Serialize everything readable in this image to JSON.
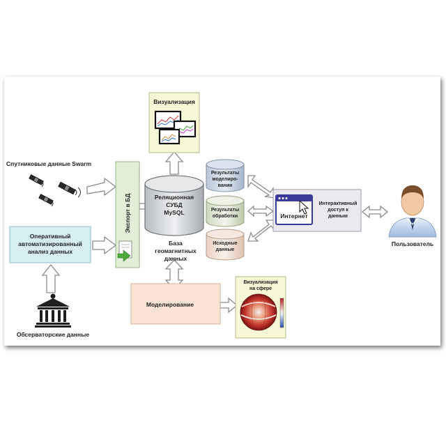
{
  "nodes": {
    "visualization": "Визуализация",
    "satellite": "Спутниковые данные Swarm",
    "export": "Экспорт в БД",
    "rdbms": [
      "Реляционная",
      "СУБД",
      "MySQL"
    ],
    "db_label": [
      "База",
      "геомагнитных",
      "данных"
    ],
    "results_model": [
      "Результаты",
      "моделиро-",
      "вания"
    ],
    "results_proc": [
      "Результаты",
      "обработки"
    ],
    "source_data": [
      "Исходные",
      "данные"
    ],
    "internet": "Интернет",
    "interactive": [
      "Интерактивный",
      "доступ к",
      "данным"
    ],
    "user": "Пользователь",
    "operational": [
      "Оперативный",
      "автоматизированный",
      "анализ данных"
    ],
    "observatory": "Обсерваторские данные",
    "modeling": "Моделирование",
    "sphere_vis": [
      "Визуализация",
      "на сфере"
    ]
  },
  "colors": {
    "yellow_box": "#f6f7d6",
    "blue_box": "#d7eef3",
    "peach_box": "#fbe4d6",
    "grey_box": "#ebe8ef",
    "green_bar": "#e3eed6",
    "cylinder": "#cfd1d4",
    "internet_border": "#3a3a9a"
  }
}
